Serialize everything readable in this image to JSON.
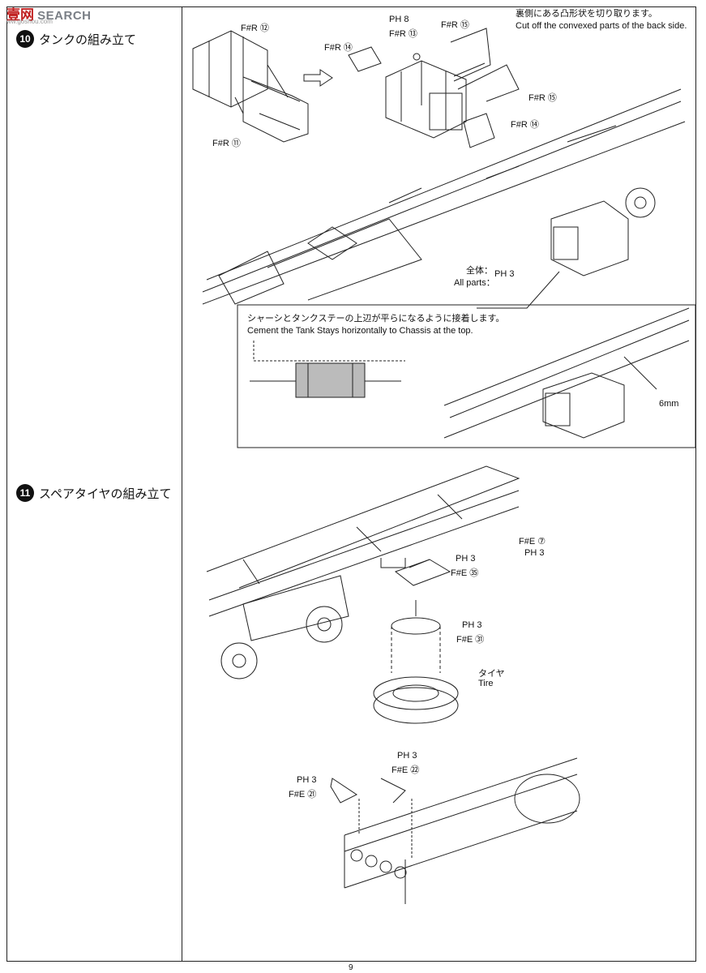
{
  "header": {
    "logo_cn": "壹网",
    "logo_en": "SEARCH",
    "logo_sub": "ww.goshou.com"
  },
  "steps": [
    {
      "number": "10",
      "title": "タンクの組み立て"
    },
    {
      "number": "11",
      "title": "スペアタイヤの組み立て"
    }
  ],
  "step10": {
    "note_jp": "裏側にある凸形状を切り取ります。",
    "note_en": "Cut off the convexed parts of the back side.",
    "parts": [
      "F#R ⑫",
      "F#R ⑪",
      "F#R ⑭",
      "PH 8",
      "F#R ⑬",
      "F#R ⑮",
      "F#R ⑮",
      "F#R ⑭"
    ],
    "color_jp": "全体：",
    "color_en": "All parts：",
    "color_code": "PH 3",
    "detail_jp": "シャーシとタンクステーの上辺が平らになるように接着します。",
    "detail_en": "Cement the Tank Stays horizontally to Chassis at the top.",
    "measure": "6mm"
  },
  "step11": {
    "part_e7": "F#E ⑦",
    "ph_e7": "PH 3",
    "ph_e35": "PH 3",
    "part_e35": "F#E ㉟",
    "ph_e31": "PH 3",
    "part_e31": "F#E ㉛",
    "tire_jp": "タイヤ",
    "tire_en": "Tire",
    "ph_e22": "PH 3",
    "part_e22": "F#E ㉒",
    "ph_e21": "PH 3",
    "part_e21": "F#E ㉑"
  },
  "footer": {
    "page_number": "9"
  }
}
